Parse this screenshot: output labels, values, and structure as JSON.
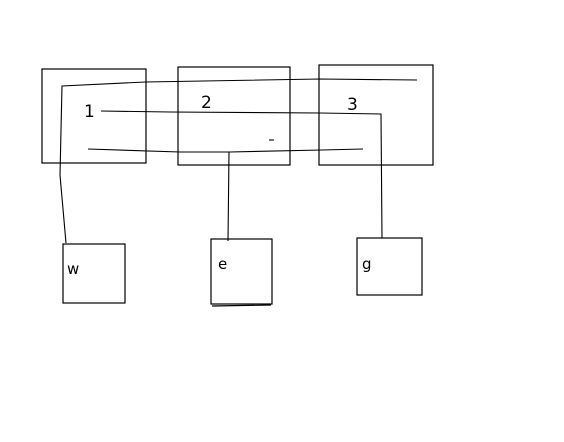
{
  "diagram": {
    "top_boxes": [
      {
        "label": "1"
      },
      {
        "label": "2"
      },
      {
        "label": "3"
      }
    ],
    "bottom_boxes": [
      {
        "label": "w"
      },
      {
        "label": "e"
      },
      {
        "label": "g"
      }
    ],
    "colors": {
      "background": "#ffffff",
      "stroke": "#000000"
    }
  }
}
